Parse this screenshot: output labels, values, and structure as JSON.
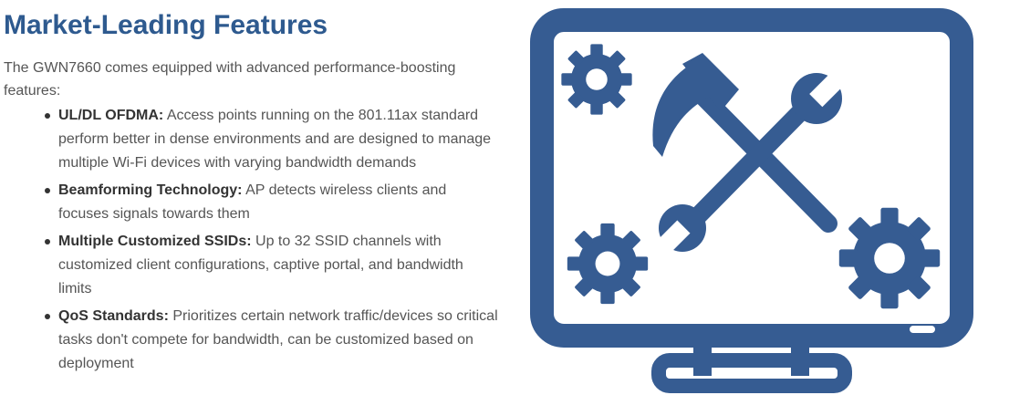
{
  "heading": "Market-Leading Features",
  "intro": "The GWN7660 comes equipped with advanced performance-boosting features:",
  "features": [
    {
      "title": "UL/DL OFDMA:",
      "description": "Access points running on the 801.11ax standard perform better in dense environments and are designed to manage multiple Wi-Fi devices with varying bandwidth demands"
    },
    {
      "title": "Beamforming Technology:",
      "description": "AP detects wireless clients and focuses signals towards them"
    },
    {
      "title": "Multiple Customized SSIDs:",
      "description": "Up to 32 SSID channels with customized client configurations, captive portal, and bandwidth limits"
    },
    {
      "title": "QoS Standards:",
      "description": "Prioritizes certain network traffic/devices so critical tasks don't compete for bandwidth, can be customized based on deployment"
    }
  ],
  "illustration": {
    "icon": "monitor-with-tools-icon",
    "color": "#365c92"
  }
}
